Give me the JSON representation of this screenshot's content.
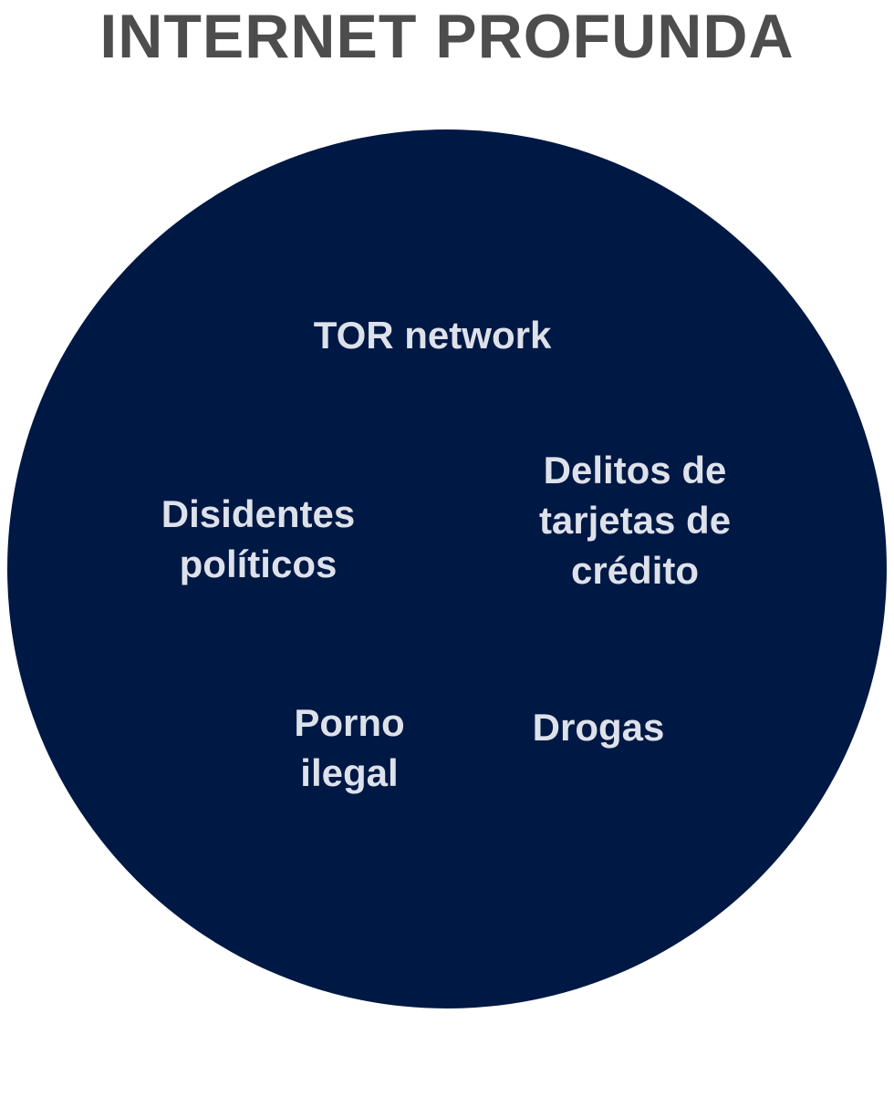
{
  "title": "INTERNET PROFUNDA",
  "colors": {
    "title": "#4d4d4d",
    "circle_fill": "#001844",
    "label_text": "#dde1ea",
    "background": "#ffffff"
  },
  "diagram": {
    "items": [
      {
        "id": "tor",
        "text": "TOR network"
      },
      {
        "id": "delitos",
        "text": "Delitos de\ntarjetas de\ncrédito"
      },
      {
        "id": "disidentes",
        "text": "Disidentes\npolíticos"
      },
      {
        "id": "porno",
        "text": "Porno\nilegal"
      },
      {
        "id": "drogas",
        "text": "Drogas"
      }
    ]
  }
}
